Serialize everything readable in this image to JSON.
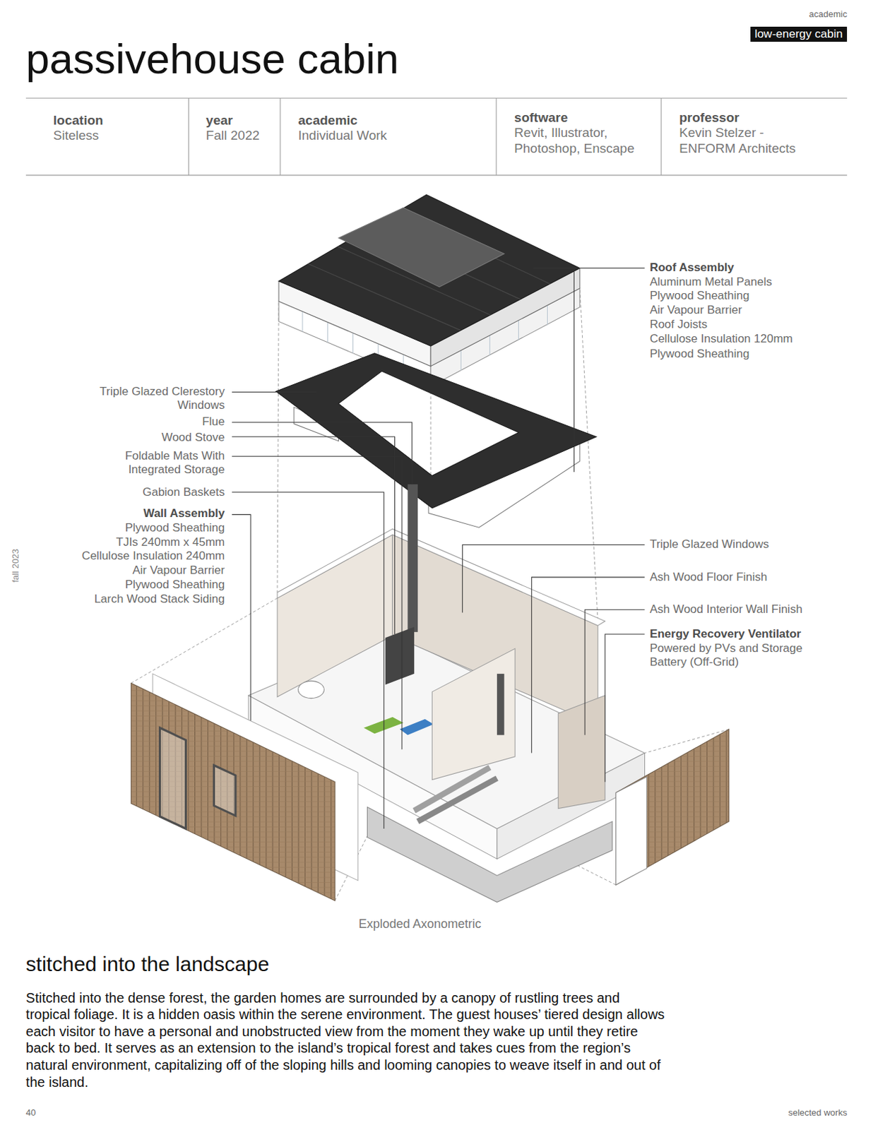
{
  "diagram": {
    "title": "passivehouse cabin",
    "caption": "Exploded Axonometric",
    "nodes": [
      {
        "text": [
          "low-energy cabin"
        ]
      }
    ],
    "labels": [
      "academic",
      "location",
      "Siteless",
      "year",
      "Fall 2022",
      "academic",
      "Individual Work",
      "software",
      "Revit, Illustrator, Photoshop, Enscape",
      "professor",
      "Kevin Stelzer - ENFORM Architects",
      "Roof Assembly",
      "Aluminum Metal Panels",
      "Plywood Sheathing",
      "Air Vapour Barrier",
      "Roof Joists",
      "Cellulose Insulation 120mm",
      "Plywood Sheathing",
      "Triple Glazed Clerestory Windows",
      "Flue",
      "Wood Stove",
      "Foldable Mats With Integrated Storage",
      "Gabion Baskets",
      "Wall Assembly",
      "Plywood Sheathing",
      "TJIs 240mm x 45mm",
      "Cellulose Insulation 240mm",
      "Air Vapour Barrier",
      "Plywood Sheathing",
      "Larch Wood Stack Siding",
      "Triple Glazed Windows",
      "Ash Wood Floor Finish",
      "Ash Wood Interior Wall Finish",
      "Energy Recovery Ventilator",
      "Powered by PVs and Storage Battery (Off-Grid)",
      "fall 2023",
      "stitched into the landscape",
      "Stitched into the dense forest, the garden homes are surrounded by a canopy of rustling trees and tropical foliage. It is a hidden oasis within the serene environment. The guest houses’ tiered design allows each visitor to have a personal and unobstructed view from the moment they wake up until they retire back to bed. It serves as an extension to the island’s tropical forest and takes cues from the region’s natural environment, capitalizing off of the sloping hills and looming canopies to weave itself in and out of the island.",
      "40",
      "selected works"
    ]
  }
}
